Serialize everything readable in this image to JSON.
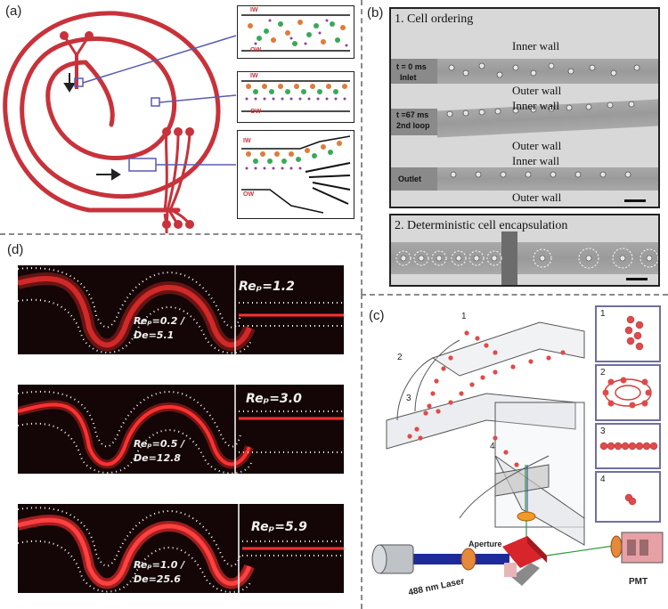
{
  "panels": {
    "a": {
      "label": "(a)",
      "iw": "IW",
      "ow": "OW"
    },
    "b": {
      "label": "(b)",
      "section1_title": "1. Cell ordering",
      "section2_title": "2. Deterministic cell encapsulation",
      "inner_wall": "Inner wall",
      "outer_wall": "Outer wall",
      "rows": [
        {
          "time": "t = 0 ms",
          "sub": "Inlet"
        },
        {
          "time": "t =67 ms",
          "sub": "2nd loop"
        },
        {
          "time": "Outlet",
          "sub": ""
        }
      ]
    },
    "c": {
      "label": "(c)",
      "channel_numbers": [
        "1",
        "2",
        "3",
        "4"
      ],
      "insets": [
        "1",
        "2",
        "3",
        "4"
      ],
      "aperture": "Aperture",
      "laser": "488 nm Laser",
      "pmt": "PMT"
    },
    "d": {
      "label": "(d)",
      "rows": [
        {
          "rep_right": "Reₚ=1.2",
          "rep_left": "Reₚ=0.2 /",
          "de": "De=5.1"
        },
        {
          "rep_right": "Reₚ=3.0",
          "rep_left": "Reₚ=0.5 /",
          "de": "De=12.8"
        },
        {
          "rep_right": "Reₚ=5.9",
          "rep_left": "Reₚ=1.0 /",
          "de": "De=25.6"
        }
      ]
    }
  },
  "colors": {
    "spiral": "#c8323a",
    "orange_cell": "#e07b39",
    "green_cell": "#3aa85a",
    "purple_cell": "#8e3fa6",
    "arrow_blue": "#5a5ab0",
    "sim_bg": "#140606",
    "sim_stream": "#ff3030",
    "laser_blue": "#1e2a9a",
    "prism_red": "#d8242b"
  }
}
